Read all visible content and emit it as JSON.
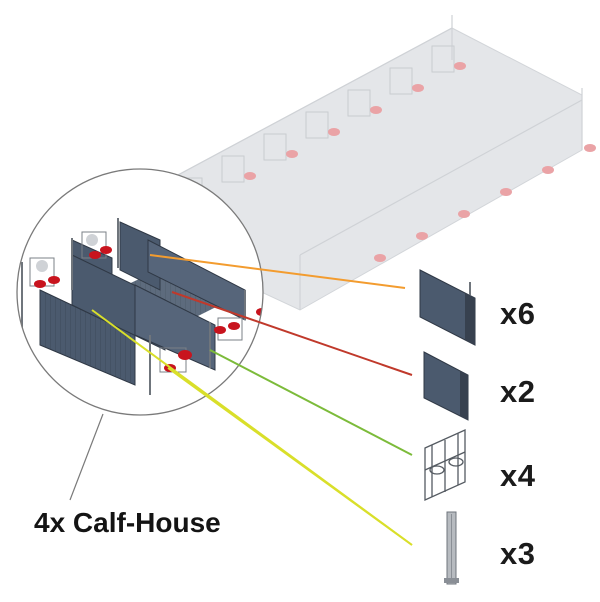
{
  "caption": "4x Calf-House",
  "components": [
    {
      "name": "long-side-panel",
      "quantity": "x6",
      "line_color": "#f39c2f"
    },
    {
      "name": "short-side-panel",
      "quantity": "x2",
      "line_color": "#c0392b"
    },
    {
      "name": "front-gate",
      "quantity": "x4",
      "line_color": "#7cbb3a"
    },
    {
      "name": "support-post",
      "quantity": "x3",
      "line_color": "#d9df2a"
    }
  ],
  "colors": {
    "panel": "#4b5a6e",
    "panel_dark": "#37414f",
    "bucket": "#c8141e",
    "frame": "#8a8f96",
    "ghost": "#e1e3e6"
  }
}
